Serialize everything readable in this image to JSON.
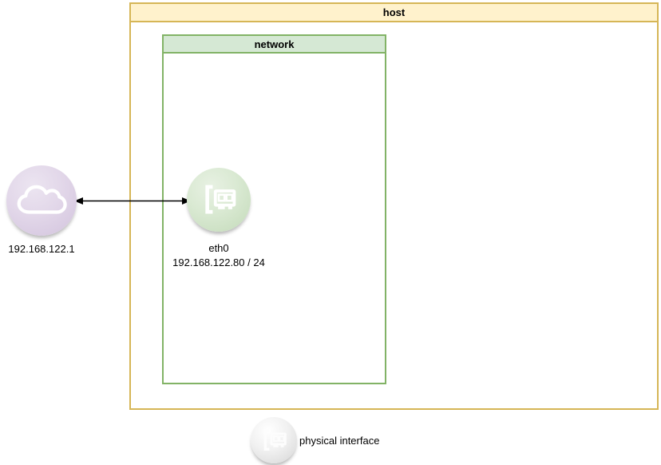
{
  "diagram": {
    "host": {
      "label": "host",
      "header_fill": "#fff2cc",
      "border_color": "#d6b656"
    },
    "network": {
      "label": "network",
      "header_fill": "#d5e8d4",
      "border_color": "#82b366"
    },
    "nodes": {
      "cloud": {
        "label": "192.168.122.1",
        "fill": "#e1d5e7",
        "icon": "cloud-icon"
      },
      "eth0": {
        "label": "eth0",
        "ip": "192.168.122.80 / 24",
        "fill": "#d5e8d4",
        "icon": "network-card-icon"
      }
    },
    "edge": {
      "type": "double-headed-arrow",
      "color": "#000000",
      "from": "cloud",
      "to": "eth0"
    },
    "legend": {
      "label": "physical interface",
      "fill": "#e8e8e8",
      "icon": "network-card-icon"
    }
  }
}
